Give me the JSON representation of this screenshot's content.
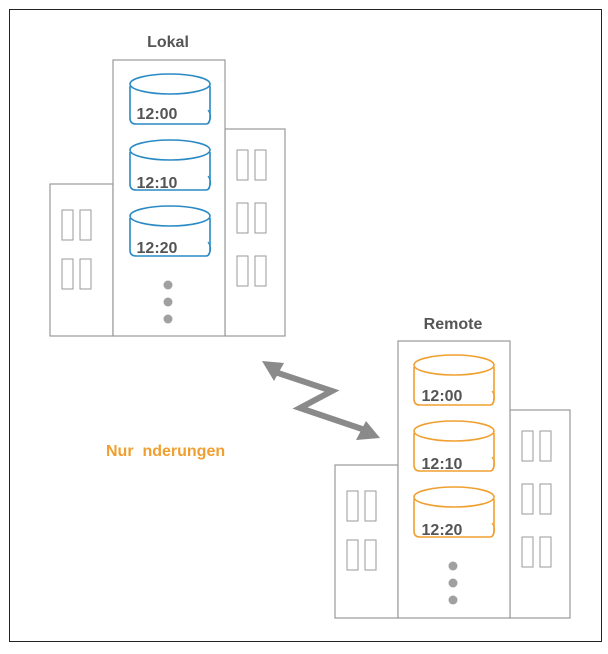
{
  "diagram": {
    "local": {
      "label": "Lokal",
      "color": "#2a8ac4",
      "snapshots": [
        "12:00",
        "12:10",
        "12:20"
      ]
    },
    "remote": {
      "label": "Remote",
      "color": "#f0a030",
      "snapshots": [
        "12:00",
        "12:10",
        "12:20"
      ]
    },
    "link": {
      "label": "Nur  nderungen",
      "color": "#f0a030"
    },
    "colors": {
      "building": "#9a9a9a",
      "arrow": "#8a8a8a",
      "dots": "#a0a0a0",
      "snapshot_text": "#555555",
      "title_text": "#555555"
    }
  }
}
